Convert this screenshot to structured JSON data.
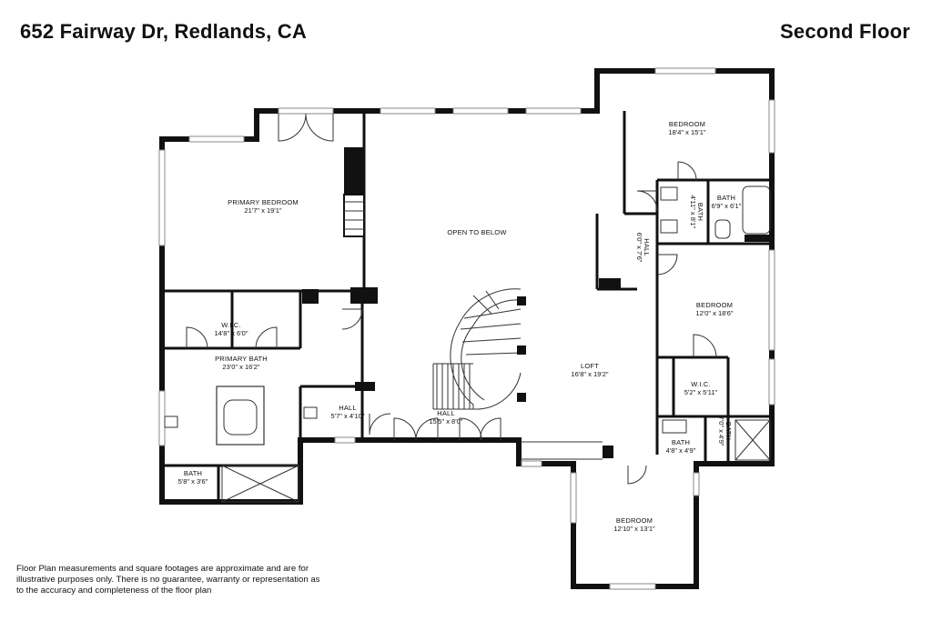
{
  "header": {
    "address": "652 Fairway Dr, Redlands, CA",
    "floor": "Second Floor"
  },
  "rooms": {
    "bedroom_ne": {
      "name": "BEDROOM",
      "dims": "18'4\" x 15'1\""
    },
    "bath_ne": {
      "name": "BATH",
      "dims": "6'9\" x 6'1\""
    },
    "bath_v1": {
      "name": "BATH",
      "dims": "4'11\" x 8'1\""
    },
    "hall_v": {
      "name": "HALL",
      "dims": "6'0\" x 7'6\""
    },
    "primary_bedroom": {
      "name": "PRIMARY BEDROOM",
      "dims": "21'7\" x 19'1\""
    },
    "open_to_below": {
      "name": "OPEN TO BELOW"
    },
    "bedroom_e": {
      "name": "BEDROOM",
      "dims": "12'0\" x 18'6\""
    },
    "wic_w": {
      "name": "W.I.C.",
      "dims": "14'8\" x 6'0\""
    },
    "primary_bath": {
      "name": "PRIMARY BATH",
      "dims": "23'0\" x 16'2\""
    },
    "loft": {
      "name": "LOFT",
      "dims": "16'8\" x 19'2\""
    },
    "wic_e": {
      "name": "W.I.C.",
      "dims": "5'2\" x 5'11\""
    },
    "hall_small": {
      "name": "HALL",
      "dims": "5'7\" x 4'10\""
    },
    "hall_stair": {
      "name": "HALL",
      "dims": "15'5\" x 8'0\""
    },
    "bath_se1": {
      "name": "BATH",
      "dims": "4'8\" x 4'9\""
    },
    "bath_se2": {
      "name": "BATH",
      "dims": "7'0\" x 4'9\""
    },
    "bath_sw": {
      "name": "BATH",
      "dims": "5'8\" x 3'6\""
    },
    "bedroom_s": {
      "name": "BEDROOM",
      "dims": "12'10\" x 13'1\""
    }
  },
  "disclaimer": "Floor Plan measurements and square footages are approximate and are for illustrative purposes only. There is no guarantee, warranty or representation as to the accuracy and completeness of the floor plan"
}
